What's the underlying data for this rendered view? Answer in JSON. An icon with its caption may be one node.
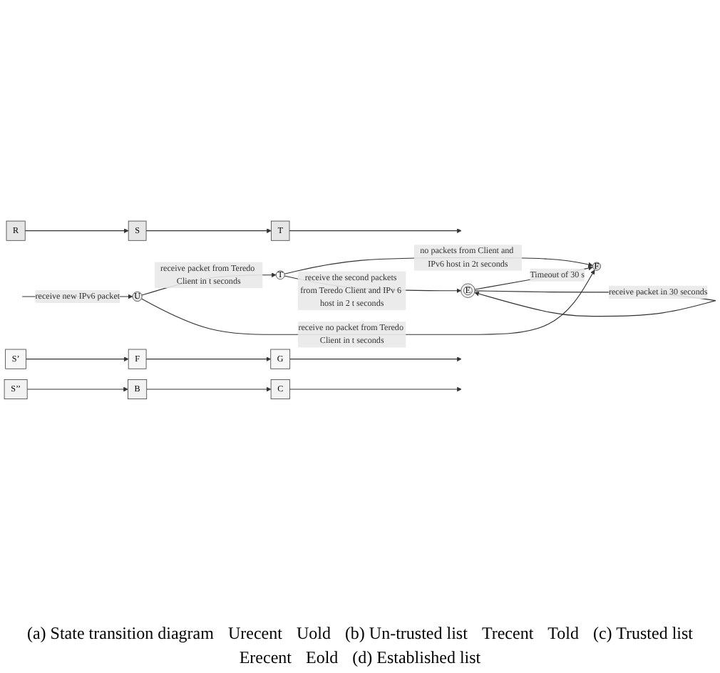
{
  "diagram": {
    "nodes": [
      {
        "text": [
          "U"
        ]
      },
      {
        "text": [
          "T"
        ]
      },
      {
        "text": [
          "F"
        ]
      },
      {
        "text": [
          "E"
        ]
      },
      {
        "text": [
          "R"
        ]
      },
      {
        "text": [
          "S"
        ]
      },
      {
        "text": [
          "T"
        ]
      },
      {
        "text": [
          "S’"
        ]
      },
      {
        "text": [
          "F"
        ]
      },
      {
        "text": [
          "G"
        ]
      },
      {
        "text": [
          "S’’"
        ]
      },
      {
        "text": [
          "B"
        ]
      },
      {
        "text": [
          "C"
        ]
      }
    ],
    "edges": [
      {
        "from": null,
        "to": 0,
        "arrow": "to",
        "label": "receive new IPv6 packet"
      },
      {
        "from": 0,
        "to": 1,
        "arrow": "to",
        "label": "receive packet from Teredo Client in t seconds"
      },
      {
        "from": 0,
        "to": 2,
        "arrow": "to",
        "label": "receive no packet from Teredo Client in t seconds"
      },
      {
        "from": 1,
        "to": 2,
        "arrow": "to",
        "label": "no packets from Client and IPv6 host in 2t seconds"
      },
      {
        "from": 1,
        "to": 3,
        "arrow": "to",
        "label": "receive the second packets from Teredo Client and IPv 6 host in 2 t seconds"
      },
      {
        "from": 3,
        "to": 2,
        "arrow": "to",
        "label": "Timeout of 30 s"
      },
      {
        "from": 3,
        "to": 3,
        "arrow": "to",
        "label": "receive packet in 30 seconds"
      },
      {
        "from": 4,
        "to": 5,
        "arrow": "to"
      },
      {
        "from": 5,
        "to": 6,
        "arrow": "to"
      },
      {
        "from": 6,
        "to": null,
        "arrow": "to"
      },
      {
        "from": 7,
        "to": 8,
        "arrow": "to"
      },
      {
        "from": 8,
        "to": 9,
        "arrow": "to"
      },
      {
        "from": 9,
        "to": null,
        "arrow": "to"
      },
      {
        "from": 10,
        "to": 11,
        "arrow": "to"
      },
      {
        "from": 11,
        "to": 12,
        "arrow": "to"
      },
      {
        "from": 12,
        "to": null,
        "arrow": "to"
      }
    ],
    "labels": [
      "(a) State transition diagram",
      "Urecent",
      "Uold",
      "(b) Un-trusted list",
      "Trecent",
      "Told",
      "(c) Trusted list",
      "Erecent",
      "Eold",
      "(d) Established list"
    ]
  }
}
